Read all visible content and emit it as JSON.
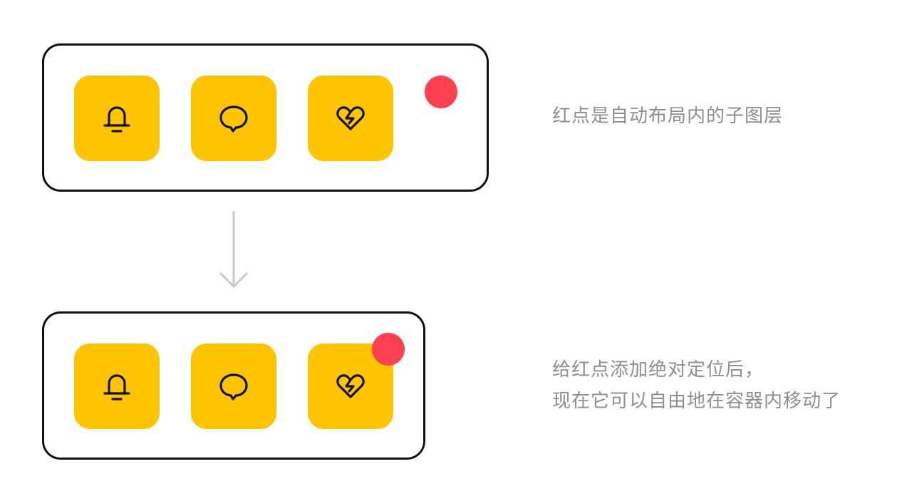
{
  "colors": {
    "tile": "#FFC400",
    "badge": "#FF404E",
    "border": "#111111",
    "caption": "#8e8e8e",
    "arrow": "#c8c8c8"
  },
  "icons": [
    "bell-icon",
    "chat-bubble-icon",
    "heart-icon"
  ],
  "captions": {
    "before": "红点是自动布局内的子图层",
    "after_line1": "给红点添加绝对定位后，",
    "after_line2": "现在它可以自由地在容器内移动了"
  }
}
